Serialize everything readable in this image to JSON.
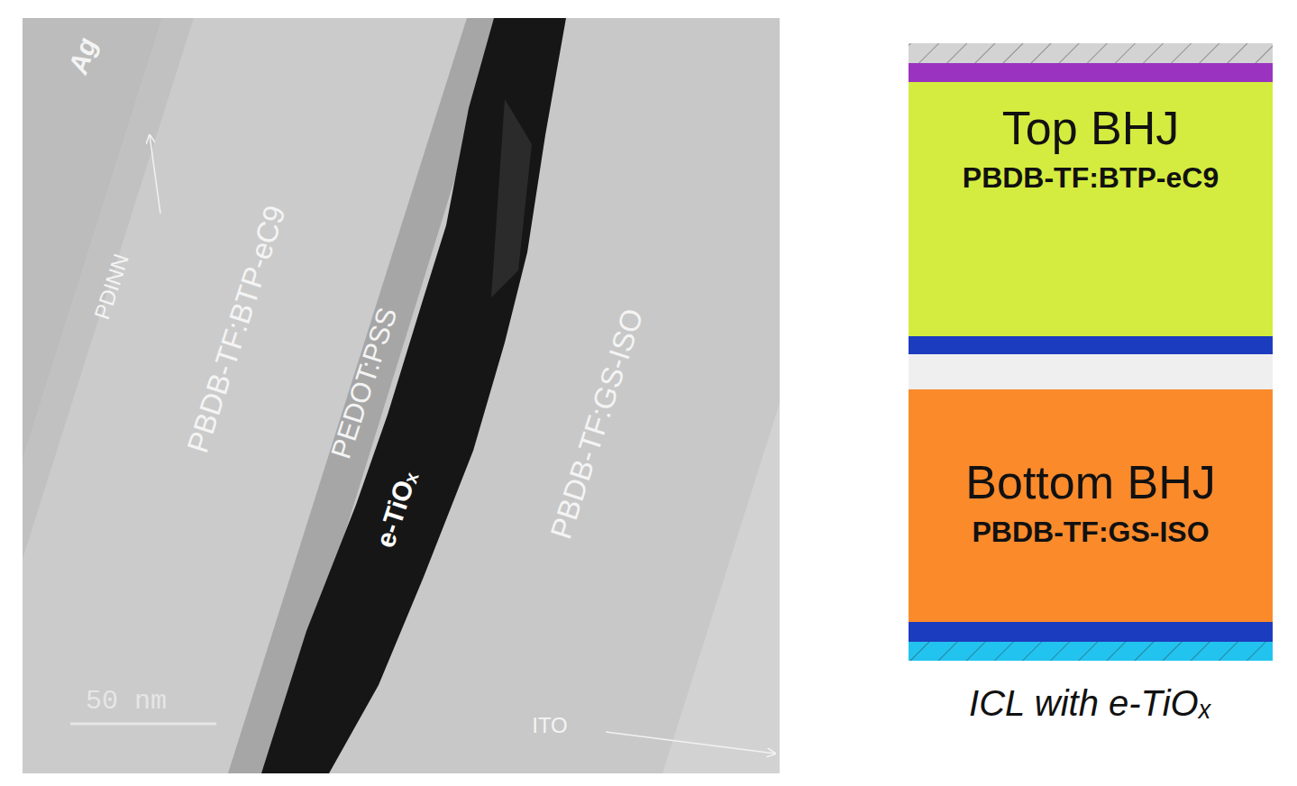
{
  "diagram": {
    "caption": "ICL with e-TiOₓ",
    "nodes": [
      {
        "text": [
          "Top BHJ",
          "PBDB-TF:BTP-eC9"
        ]
      },
      {
        "text": [
          "Bottom BHJ",
          "PBDB-TF:GS-ISO"
        ]
      }
    ],
    "labels": [
      "Ag",
      "PDINN",
      "PBDB-TF:BTP-eC9",
      "PEDOT:PSS",
      "e-TiOₓ",
      "PBDB-TF:GS-ISO",
      "ITO",
      "50 nm"
    ]
  }
}
